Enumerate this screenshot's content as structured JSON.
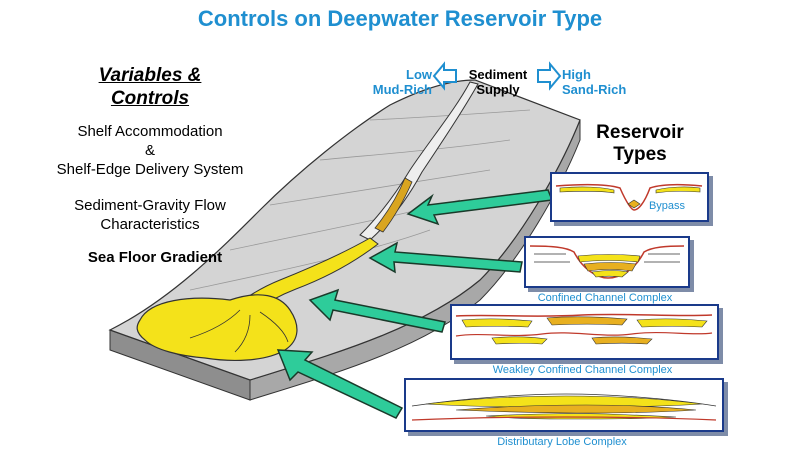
{
  "title": "Controls on Deepwater Reservoir Type",
  "variables": {
    "heading": "Variables & Controls",
    "items": [
      "Shelf Accommodation",
      "&",
      "Shelf-Edge Delivery System",
      "Sediment-Gravity Flow",
      "Characteristics"
    ],
    "gradient": "Sea Floor Gradient"
  },
  "supply": {
    "low_line1": "Low",
    "low_line2": "Mud-Rich",
    "center_line1": "Sediment",
    "center_line2": "Supply",
    "high_line1": "High",
    "high_line2": "Sand-Rich"
  },
  "reservoir_types": {
    "heading_line1": "Reservoir",
    "heading_line2": "Types",
    "panels": [
      {
        "label": "Bypass"
      },
      {
        "label": "Confined Channel Complex"
      },
      {
        "label": "Weakley Confined Channel Complex"
      },
      {
        "label": "Distributary Lobe Complex"
      }
    ]
  },
  "colors": {
    "title": "#1f8fd0",
    "arrow_fill": "#2ecc9a",
    "sand": "#f4e21a",
    "slope": "#d4d4d4",
    "panel_border": "#1a3a8a"
  }
}
